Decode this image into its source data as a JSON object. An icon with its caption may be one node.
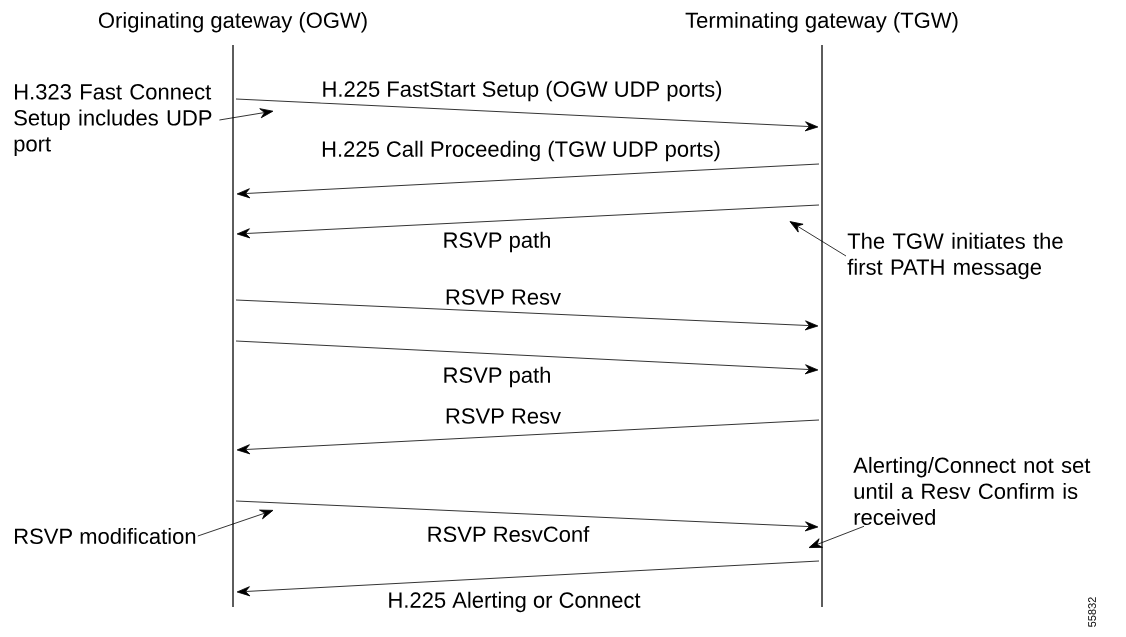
{
  "diagram": {
    "nodes": [
      {
        "text": [
          "Originating gateway (OGW)"
        ]
      },
      {
        "text": [
          "Terminating gateway (TGW)"
        ]
      },
      {
        "text": [
          "H.323 Fast Connect Setup includes UDP port"
        ]
      },
      {
        "text": [
          "The TGW initiates the first PATH message"
        ]
      },
      {
        "text": [
          "RSVP modification"
        ]
      },
      {
        "text": [
          "Alerting/Connect not set until a Resv Confirm is received"
        ]
      }
    ],
    "edges": [
      {
        "from": 0,
        "to": 1,
        "arrow": "to",
        "label": "H.225 FastStart Setup (OGW UDP ports)"
      },
      {
        "from": 1,
        "to": 0,
        "arrow": "to",
        "label": "H.225 Call Proceeding (TGW UDP ports)"
      },
      {
        "from": 1,
        "to": 0,
        "arrow": "to",
        "label": "RSVP path"
      },
      {
        "from": 0,
        "to": 1,
        "arrow": "to",
        "label": "RSVP Resv"
      },
      {
        "from": 0,
        "to": 1,
        "arrow": "to",
        "label": "RSVP path"
      },
      {
        "from": 1,
        "to": 0,
        "arrow": "to",
        "label": "RSVP Resv"
      },
      {
        "from": 0,
        "to": 1,
        "arrow": "to",
        "label": "RSVP ResvConf"
      },
      {
        "from": 1,
        "to": 0,
        "arrow": "to",
        "label": "H.225 Alerting or Connect"
      },
      {
        "from": 2,
        "to": 0,
        "arrow": "to"
      },
      {
        "from": 3,
        "to": 1,
        "arrow": "to"
      },
      {
        "from": 4,
        "to": 0,
        "arrow": "to"
      },
      {
        "from": 5,
        "to": 1,
        "arrow": "to"
      }
    ],
    "labels": [
      "55832"
    ]
  }
}
